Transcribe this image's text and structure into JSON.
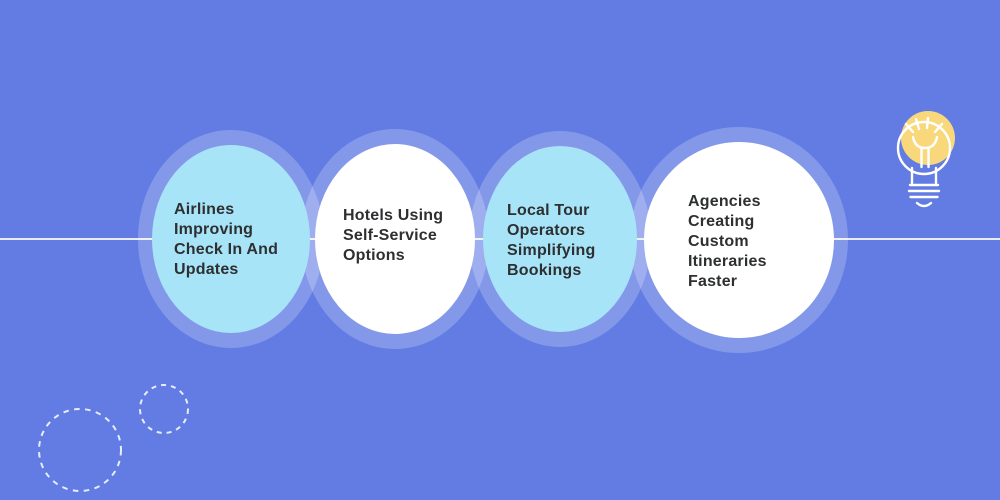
{
  "background_color": "#627CE4",
  "halo_color": "rgba(255,255,255,0.22)",
  "text_color": "#2D2F31",
  "divider": {
    "color": "#E9EDF9"
  },
  "bubbles": [
    {
      "id": "airlines",
      "fill": "#A8E4F8",
      "lines": [
        "Airlines",
        "Improving",
        "Check In And",
        "Updates"
      ]
    },
    {
      "id": "hotels",
      "fill": "#FFFFFF",
      "lines": [
        "Hotels Using",
        "Self-Service",
        "Options"
      ]
    },
    {
      "id": "tour-operators",
      "fill": "#A8E4F8",
      "lines": [
        "Local Tour",
        "Operators",
        "Simplifying",
        "Bookings"
      ]
    },
    {
      "id": "agencies",
      "fill": "#FFFFFF",
      "lines": [
        "Agencies",
        "Creating",
        "Custom",
        "Itineraries",
        "Faster"
      ]
    }
  ],
  "decorations": {
    "lightbulb_icon": {
      "glow_color": "#F8D87B",
      "stroke_color": "#FFFFFF"
    },
    "dashed_circle_color": "#E9EDFA"
  }
}
